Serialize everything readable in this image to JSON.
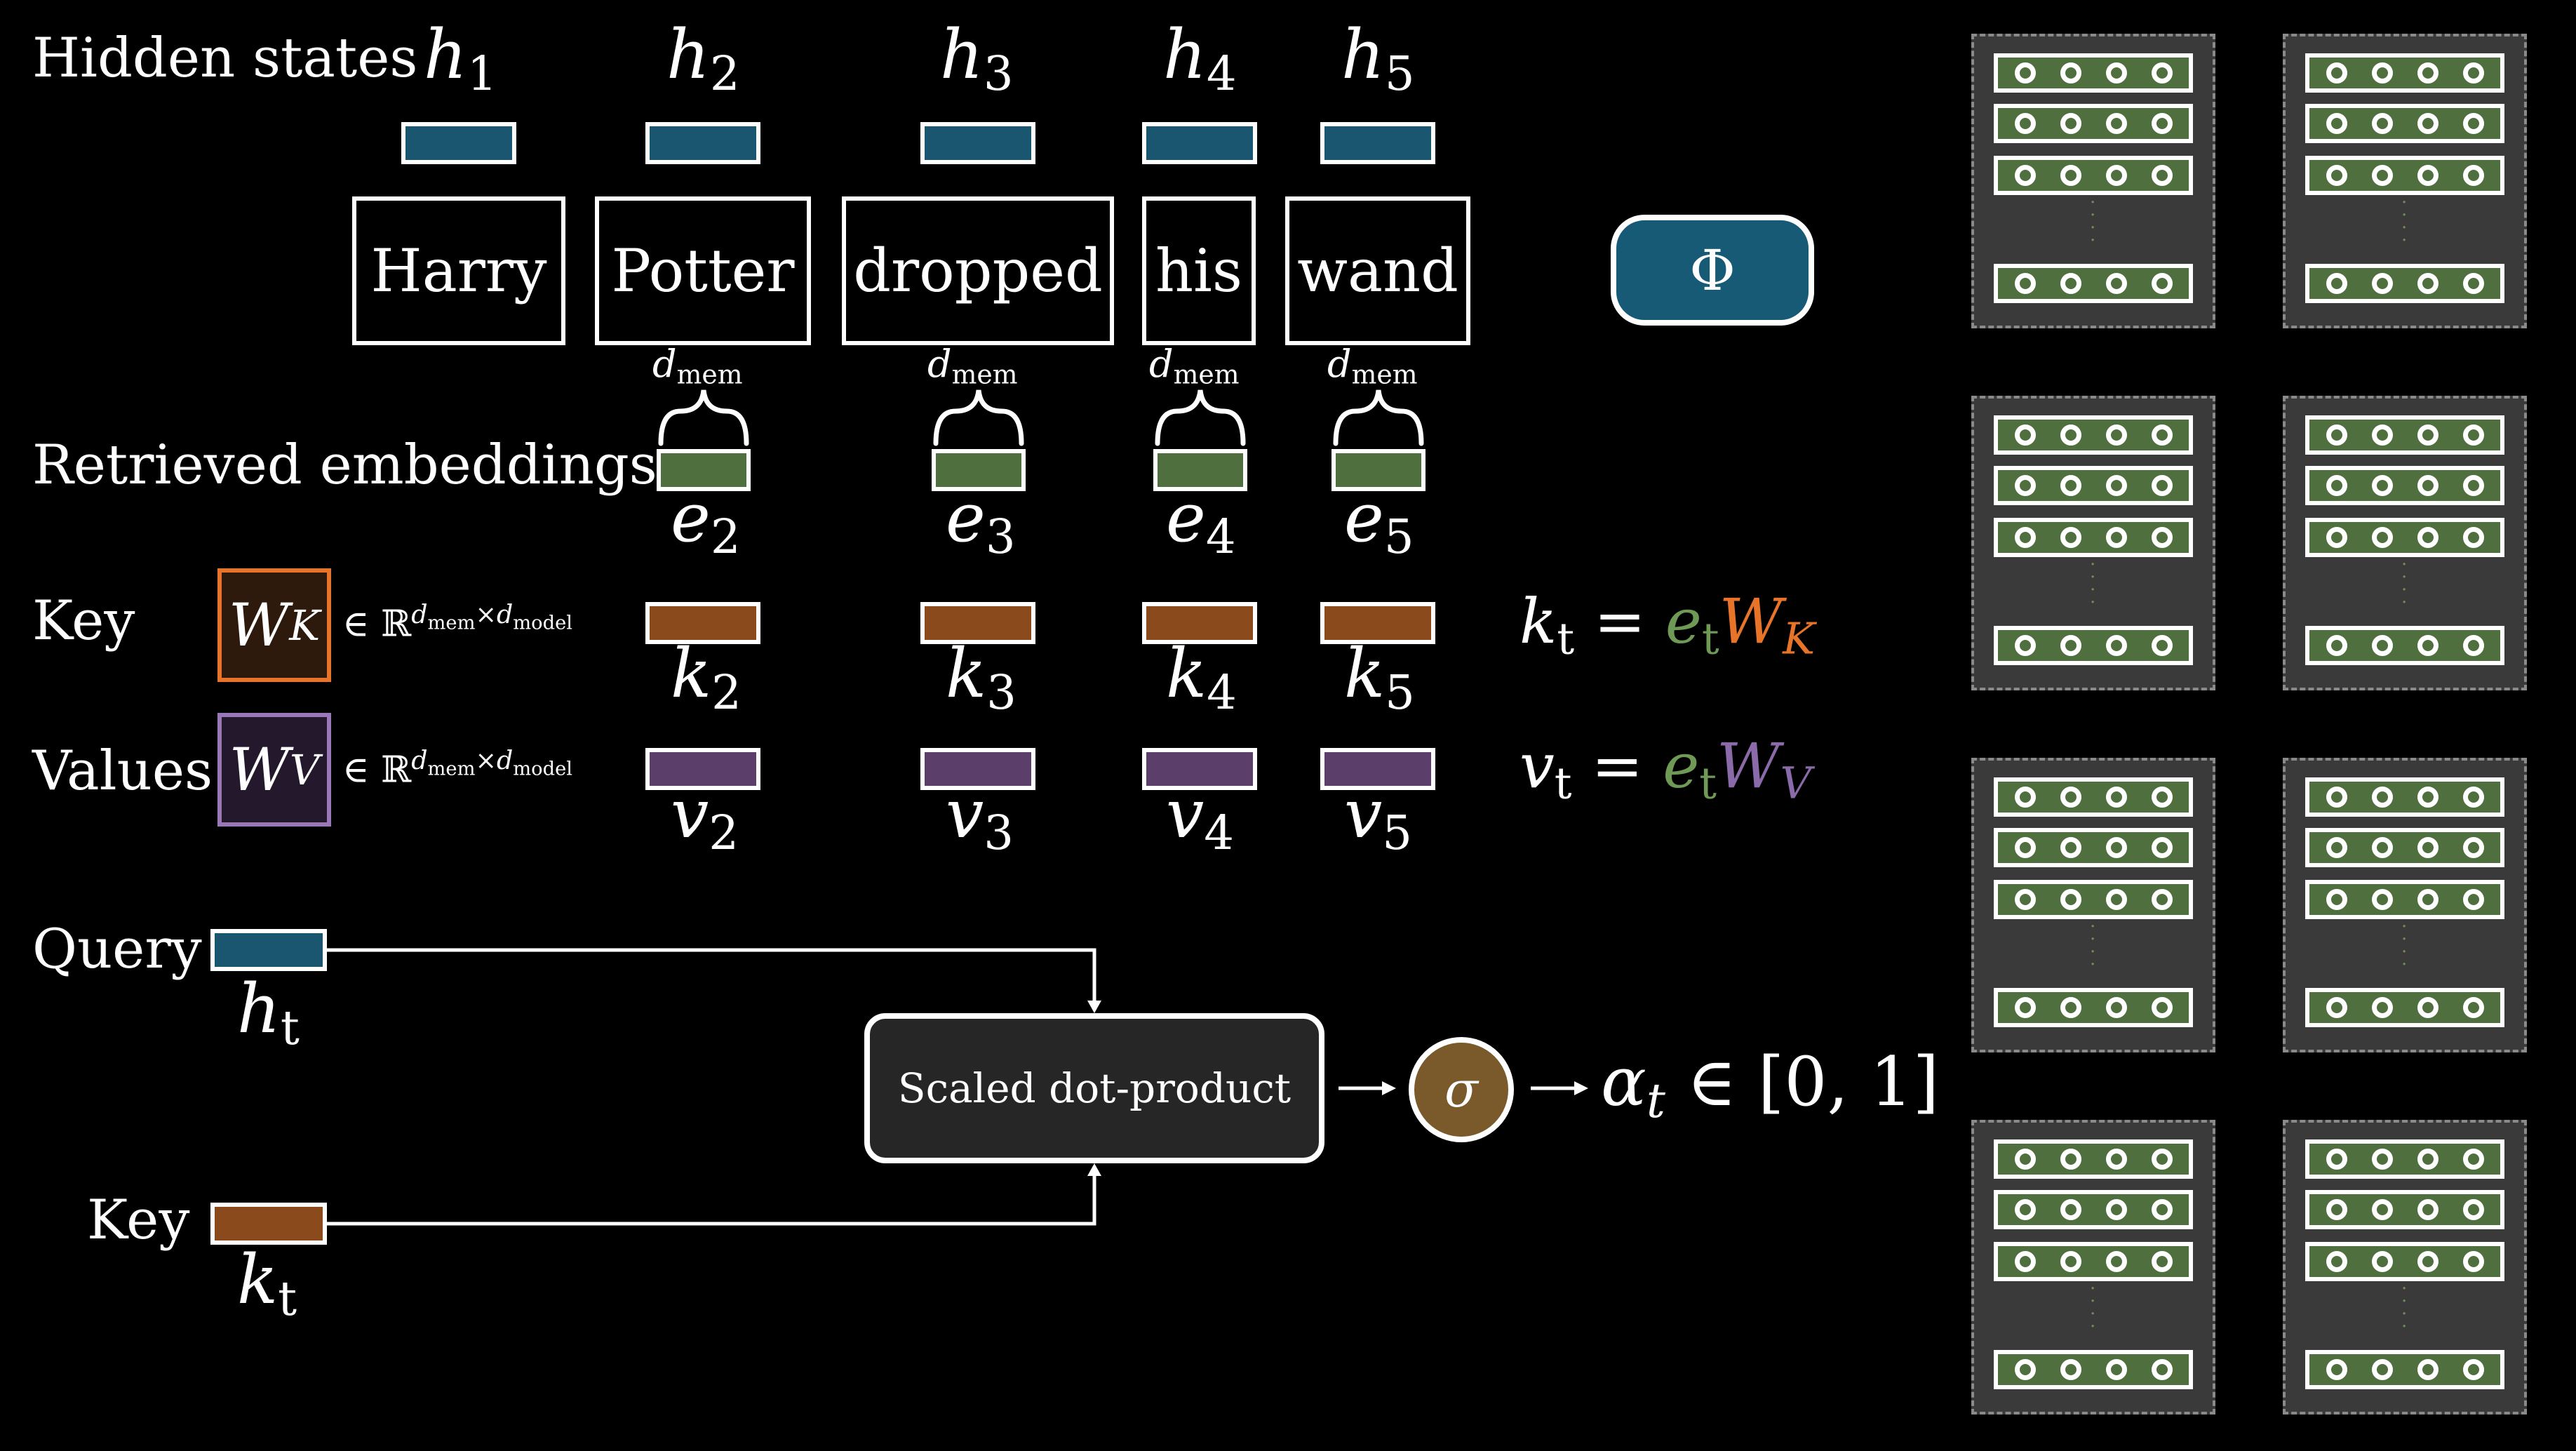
{
  "labels": {
    "hidden_states": "Hidden states",
    "retrieved_embeddings": "Retrieved embeddings",
    "key": "Key",
    "values": "Values",
    "query": "Query",
    "key_bottom": "Key"
  },
  "hidden": [
    {
      "sym": "h",
      "sub": "1"
    },
    {
      "sym": "h",
      "sub": "2"
    },
    {
      "sym": "h",
      "sub": "3"
    },
    {
      "sym": "h",
      "sub": "4"
    },
    {
      "sym": "h",
      "sub": "5"
    }
  ],
  "words": [
    "Harry",
    "Potter",
    "dropped",
    "his",
    "wand"
  ],
  "phi": "Φ",
  "dmem": {
    "sym": "d",
    "sub": "mem"
  },
  "embeddings": [
    {
      "sym": "e",
      "sub": "2"
    },
    {
      "sym": "e",
      "sub": "3"
    },
    {
      "sym": "e",
      "sub": "4"
    },
    {
      "sym": "e",
      "sub": "5"
    }
  ],
  "keys": [
    {
      "sym": "k",
      "sub": "2"
    },
    {
      "sym": "k",
      "sub": "3"
    },
    {
      "sym": "k",
      "sub": "4"
    },
    {
      "sym": "k",
      "sub": "5"
    }
  ],
  "vals": [
    {
      "sym": "v",
      "sub": "2"
    },
    {
      "sym": "v",
      "sub": "3"
    },
    {
      "sym": "v",
      "sub": "4"
    },
    {
      "sym": "v",
      "sub": "5"
    }
  ],
  "wk": {
    "sym": "W",
    "sub": "K"
  },
  "wv": {
    "sym": "W",
    "sub": "V"
  },
  "space": {
    "in": "∈ ℝ",
    "d1": "d",
    "d1sub": "mem",
    "times": "×",
    "d2": "d",
    "d2sub": "model"
  },
  "eq_k": {
    "lhs": "k",
    "lhs_sub": "t",
    "eq": "=",
    "e": "e",
    "e_sub": "t",
    "w": "W",
    "w_sub": "K"
  },
  "eq_v": {
    "lhs": "v",
    "lhs_sub": "t",
    "eq": "=",
    "e": "e",
    "e_sub": "t",
    "w": "W",
    "w_sub": "V"
  },
  "query_sym": {
    "sym": "h",
    "sub": "t"
  },
  "key_sym": {
    "sym": "k",
    "sub": "t"
  },
  "sdp": "Scaled dot-product",
  "sigma": "σ",
  "alpha": {
    "sym": "α",
    "sub": "t",
    "rest": "∈ [0, 1]"
  },
  "colors": {
    "teal": "#1a5670",
    "green": "#4f6f3e",
    "orange": "#8a4a1c",
    "purple": "#5b3f6a",
    "orange_text": "#e8742a",
    "green_text": "#6f9a55",
    "purple_text": "#8a6aa8"
  }
}
